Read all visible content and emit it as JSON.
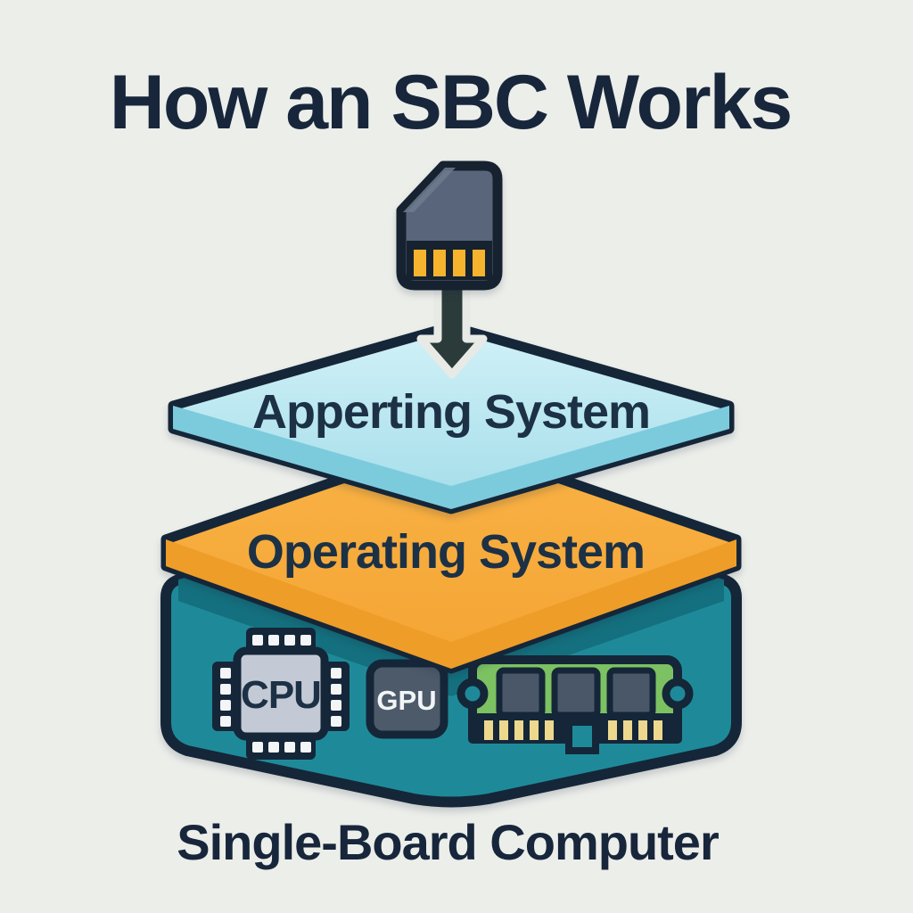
{
  "title": "How an SBC Works",
  "caption": "Single-Board Computer",
  "layers": {
    "top": {
      "label": "Apperting System"
    },
    "middle": {
      "label": "Operating System"
    },
    "bottom": {
      "label": ""
    }
  },
  "chips": {
    "cpu": {
      "label": "CPU"
    },
    "gpu": {
      "label": "GPU"
    }
  },
  "icons": {
    "sd_card": "sd-card-icon",
    "down_arrow": "down-arrow-icon",
    "cpu": "cpu-chip-icon",
    "gpu": "gpu-chip-icon",
    "ram": "ram-module-icon"
  },
  "colors": {
    "background": "#ECEEEA",
    "outline": "#152639",
    "heading_text": "#18263B",
    "layer_text": "#1C3145",
    "layer_top_face": "#B8E6F0",
    "layer_top_side": "#7CCBDD",
    "layer_middle_face": "#F7AA3A",
    "layer_middle_side": "#EE9D28",
    "layer_bottom_face": "#1E8A99",
    "layer_bottom_shadow": "#14707E",
    "sd_body": "#59657A",
    "sd_pins": "#F6B32D",
    "cpu_body": "#C3CAD6",
    "cpu_pin": "#F3F5F7",
    "gpu_body": "#4D5A6A",
    "gpu_text": "#F2F5F7",
    "ram_body": "#7CC262",
    "ram_chip": "#4A5769",
    "ram_pins": "#EDD88E"
  }
}
